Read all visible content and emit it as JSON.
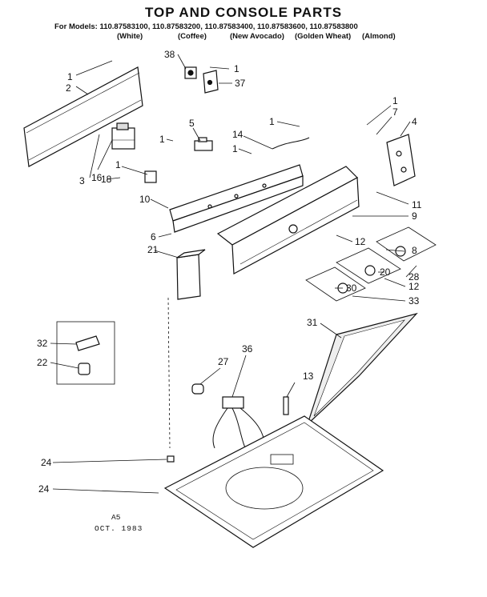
{
  "title": "TOP AND CONSOLE PARTS",
  "models_line": "For Models: 110.87583100, 110.87583200, 110.87583400, 110.87583600, 110.87583800",
  "colors": [
    "(White)",
    "(Coffee)",
    "(New Avocado)",
    "(Golden Wheat)",
    "(Almond)"
  ],
  "page_code": "A5",
  "date": "OCT. 1983",
  "callouts": [
    "1",
    "2",
    "38",
    "1",
    "37",
    "1",
    "7",
    "4",
    "5",
    "1",
    "14",
    "1",
    "1",
    "3",
    "16",
    "1",
    "18",
    "10",
    "11",
    "9",
    "6",
    "12",
    "8",
    "21",
    "28",
    "20",
    "12",
    "30",
    "33",
    "32",
    "22",
    "31",
    "36",
    "27",
    "13",
    "24"
  ]
}
